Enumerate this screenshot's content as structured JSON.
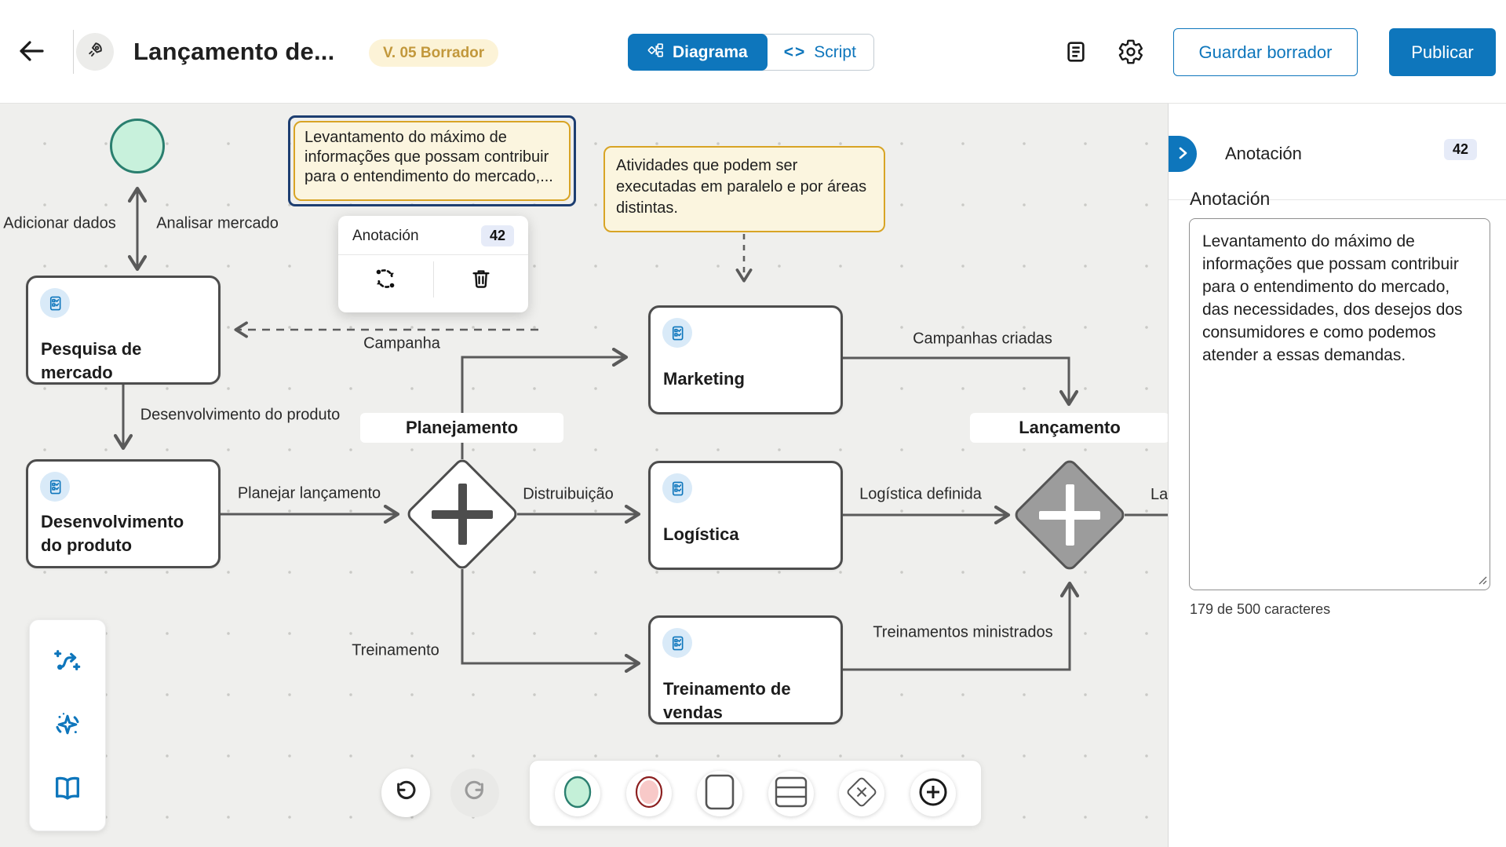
{
  "header": {
    "title": "Lançamento de...",
    "version_badge": "V. 05 Borrador",
    "tab_diagram": "Diagrama",
    "tab_script": "Script",
    "script_glyph": "<>",
    "save_button": "Guardar borrador",
    "publish_button": "Publicar"
  },
  "canvas": {
    "tasks": [
      {
        "label": "Pesquisa de mercado"
      },
      {
        "label": "Desenvolvimento do produto"
      },
      {
        "label": "Marketing"
      },
      {
        "label": "Logística"
      },
      {
        "label": "Treinamento de vendas"
      }
    ],
    "gateways": [
      {
        "label": "Planejamento"
      },
      {
        "label": "Lançamento"
      }
    ],
    "edge_labels": {
      "adicionar_dados": "Adicionar dados",
      "analisar_mercado": "Analisar mercado",
      "campanha": "Campanha",
      "desenvolvimento_produto": "Desenvolvimento do produto",
      "planejar_lancamento": "Planejar lançamento",
      "distruibuicao": "Distruibuição",
      "campanhas_criadas": "Campanhas criadas",
      "logistica_definida": "Logística definida",
      "treinamento": "Treinamento",
      "treinamentos_ministrados": "Treinamentos ministrados",
      "lancamento_cut": "La"
    },
    "annotations": [
      {
        "text": "Levantamento do máximo de informações que possam contribuir para o entendimento do mercado,..."
      },
      {
        "text": "Atividades que podem ser executadas em paralelo e por áreas distintas."
      }
    ],
    "popup": {
      "title": "Anotación",
      "count": "42"
    }
  },
  "panel": {
    "header_title": "Anotación",
    "header_count": "42",
    "section_title": "Anotación",
    "textarea_value": "Levantamento do máximo de informações que possam contribuir para o entendimento do mercado, das necessidades, dos desejos dos consumidores e como podemos atender a essas demandas.",
    "char_counter": "179 de 500 caracteres"
  },
  "colors": {
    "accent_blue": "#0e76bc",
    "version_badge_bg": "#fcf3d7",
    "version_badge_text": "#c2983c",
    "annotation_bg": "#fbf5df",
    "annotation_border": "#d8a425",
    "selection_border": "#1d3e71",
    "start_event_fill": "#c8f1dc",
    "start_event_stroke": "#2a7f6f",
    "end_event_fill": "#f8c9c8",
    "end_event_stroke": "#8c1f1f",
    "gateway_gray_fill": "#9c9c9c",
    "edge_stroke": "#5a5a5a"
  }
}
